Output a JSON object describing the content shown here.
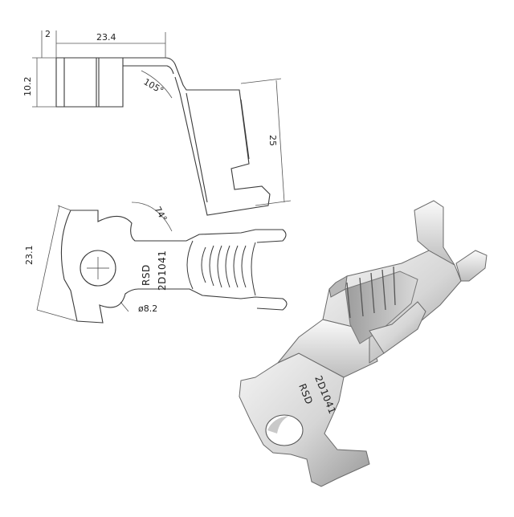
{
  "dimensions": {
    "thickness": "2",
    "length": "23.4",
    "height": "10.2",
    "bend_angle": "105°",
    "leg_length": "25",
    "tongue_width": "23.1",
    "flare_angle": "74°",
    "stud_hole": "ø8.2"
  },
  "marking": {
    "line1": "RSD",
    "line2": "2D1041"
  },
  "colors": {
    "line": "#3a3a3a",
    "dim_line": "#555555",
    "metal_light": "#e9e9e9",
    "metal_mid": "#c8c8c8",
    "metal_dark": "#8e8e8e"
  }
}
